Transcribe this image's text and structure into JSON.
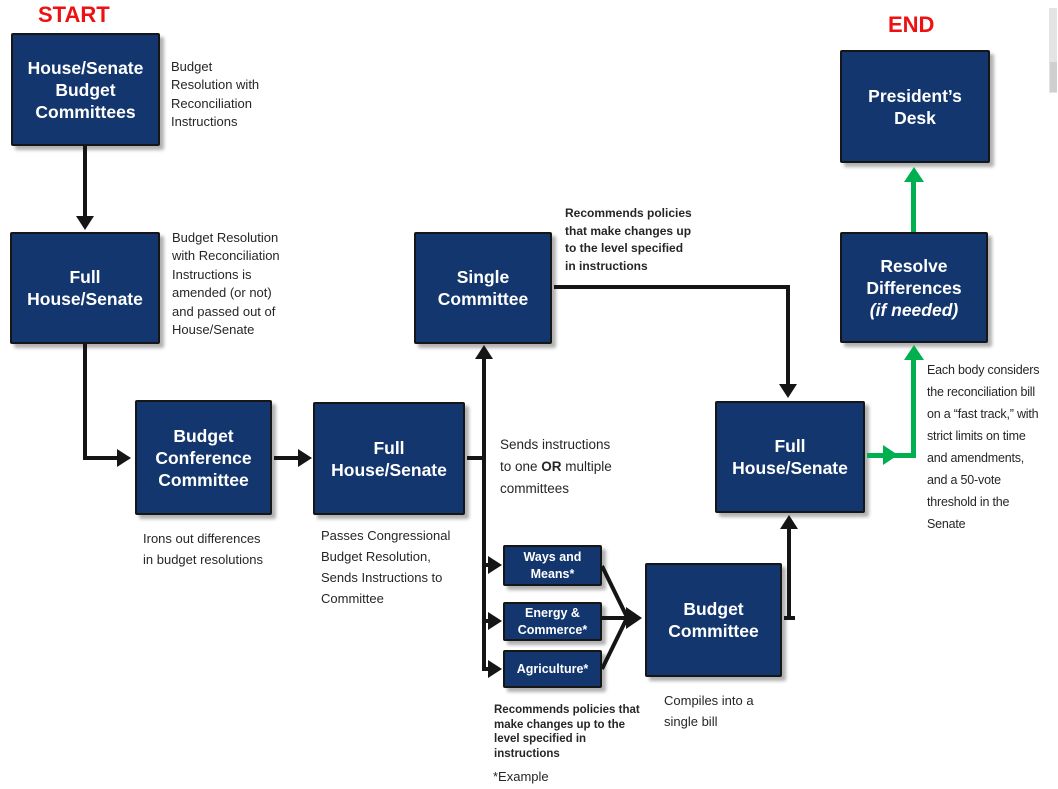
{
  "title": "Budget reconciliation process flowchart",
  "colors": {
    "navy": "#12366d",
    "red": "#ee1111",
    "green": "#00b050",
    "text": "#262626"
  },
  "labels": {
    "start": "START",
    "end": "END"
  },
  "nodes": {
    "budget_committees": "House/Senate\nBudget\nCommittees",
    "full_house_senate_1": "Full\nHouse/Senate",
    "budget_conference": "Budget\nConference\nCommittee",
    "full_house_senate_2": "Full\nHouse/Senate",
    "single_committee": "Single\nCommittee",
    "ways_means": "Ways and\nMeans*",
    "energy_commerce": "Energy &\nCommerce*",
    "agriculture": "Agriculture*",
    "budget_committee": "Budget\nCommittee",
    "full_house_senate_3": "Full\nHouse/Senate",
    "resolve_differences": "Resolve\nDifferences",
    "resolve_differences_note": "(if needed)",
    "presidents_desk": "President’s\nDesk"
  },
  "annotations": {
    "budget_resolution": "Budget\nResolution with\nReconciliation\nInstructions",
    "amended": "Budget Resolution\nwith Reconciliation\nInstructions is\namended (or not)\nand passed out of\nHouse/Senate",
    "irons_out": "Irons out differences\nin budget resolutions",
    "passes": "Passes Congressional\nBudget Resolution,\nSends Instructions to\nCommittee",
    "recommends_single": "Recommends policies\nthat make changes up\nto the level specified\nin instructions",
    "sends_line1": "Sends instructions",
    "sends_line2a": "to one ",
    "sends_line2b": "OR",
    "sends_line2c": " multiple",
    "sends_line3": "committees",
    "recommends_multi": "Recommends policies that\nmake changes up to the\nlevel specified in\ninstructions",
    "example": "*Example",
    "compiles": "Compiles into a\nsingle bill",
    "each_body": "Each body considers\nthe reconciliation bill\non a “fast track,” with\nstrict limits on time\nand amendments,\nand a 50-vote\nthreshold in the\nSenate"
  }
}
